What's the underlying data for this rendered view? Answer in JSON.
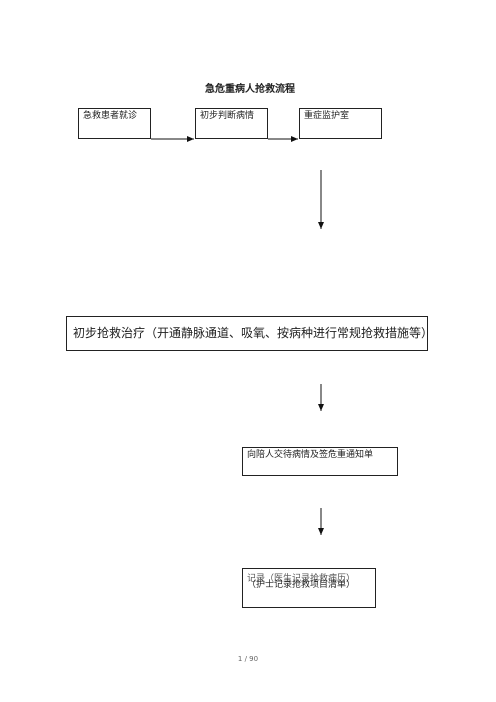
{
  "title": "急危重病人抢救流程",
  "steps": {
    "s1": "急救患者就诊",
    "s2": "初步判断病情",
    "s3": "重症监护室",
    "s4": "初步抢救治疗（开通静脉通道、吸氧、按病种进行常规抢救措施等）",
    "s5": "向陪人交待病情及签危重通知单",
    "s6_line1": "记录（医生记录抢救病历）",
    "s6_line2": "（护士记录抢救项目清单）"
  },
  "footer": "1 / 90"
}
